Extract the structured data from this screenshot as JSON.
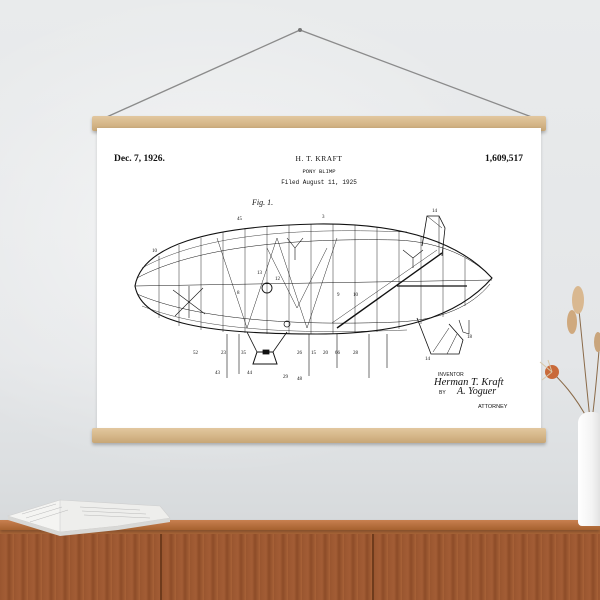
{
  "patent": {
    "date": "Dec. 7, 1926.",
    "inventor_name": "H. T. KRAFT",
    "title": "PONY BLIMP",
    "filed": "Filed August 11, 1925",
    "number": "1,609,517",
    "figure_label": "Fig. 1.",
    "inventor_label": "INVENTOR",
    "inventor_signature": "Herman T. Kraft",
    "by_label": "BY",
    "attorney_signature": "A. Yoguer",
    "attorney_label": "ATTORNEY"
  },
  "colors": {
    "wall": "#e6e8ea",
    "wood_rail": "#d7b98c",
    "cabinet": "#9a5630",
    "poster": "#ffffff",
    "ink": "#111111"
  }
}
